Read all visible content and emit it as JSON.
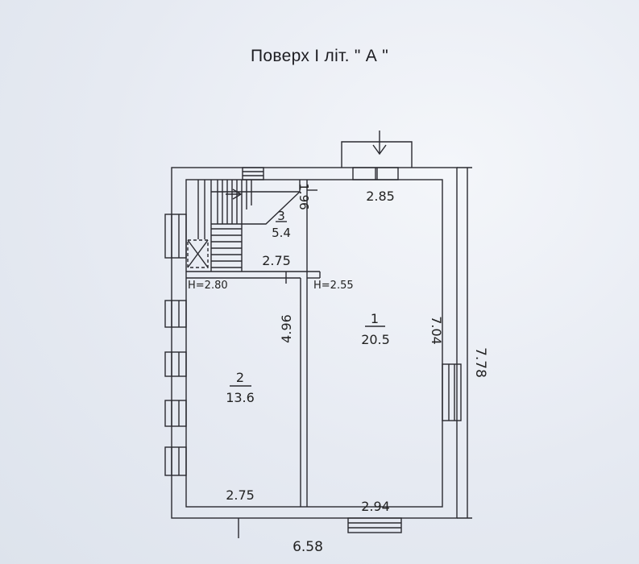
{
  "title": "Поверх І літ. \" А \"",
  "rooms": [
    {
      "number": "1",
      "area": "20.5"
    },
    {
      "number": "2",
      "area": "13.6"
    },
    {
      "number": "3",
      "area": "5.4"
    }
  ],
  "heights": {
    "room2": "H=2.80",
    "room1": "H=2.55"
  },
  "dimensions": {
    "overall_width": "6.58",
    "overall_height": "7.78",
    "room1_top": "2.85",
    "room1_bottom": "2.94",
    "room1_height": "7.04",
    "room2_bottom": "2.75",
    "room2_height": "4.96",
    "room3_width": "2.75",
    "room3_height": "1.96"
  },
  "colors": {
    "ink": "#2a2a30",
    "paper": "#e8ecf3"
  }
}
